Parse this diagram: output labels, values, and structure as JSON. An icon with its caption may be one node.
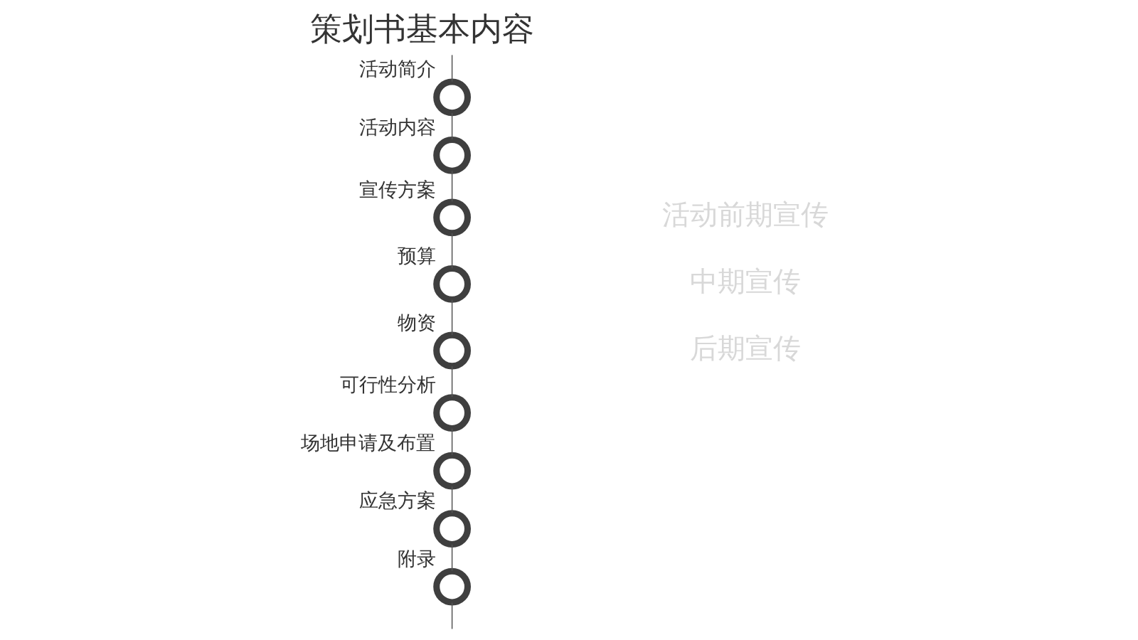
{
  "diagram": {
    "title": "策划书基本内容",
    "nodes": [
      {
        "text": [],
        "shape": "circle",
        "beside": [
          "活动简介"
        ]
      },
      {
        "text": [],
        "shape": "circle",
        "beside": [
          "活动内容"
        ]
      },
      {
        "text": [],
        "shape": "circle",
        "beside": [
          "宣传方案"
        ]
      },
      {
        "text": [],
        "shape": "circle",
        "beside": [
          "预算"
        ]
      },
      {
        "text": [],
        "shape": "circle",
        "beside": [
          "物资"
        ]
      },
      {
        "text": [],
        "shape": "circle",
        "beside": [
          "可行性分析"
        ]
      },
      {
        "text": [],
        "shape": "circle",
        "beside": [
          "场地申请及布置"
        ]
      },
      {
        "text": [],
        "shape": "circle",
        "beside": [
          "应急方案"
        ]
      },
      {
        "text": [],
        "shape": "circle",
        "beside": [
          "附录"
        ]
      }
    ],
    "edges": [
      {
        "from": null,
        "to": 0,
        "arrow": "none"
      },
      {
        "from": 0,
        "to": 1,
        "arrow": "none"
      },
      {
        "from": 1,
        "to": 2,
        "arrow": "none"
      },
      {
        "from": 2,
        "to": 3,
        "arrow": "none"
      },
      {
        "from": 3,
        "to": 4,
        "arrow": "none"
      },
      {
        "from": 4,
        "to": 5,
        "arrow": "none"
      },
      {
        "from": 5,
        "to": 6,
        "arrow": "none"
      },
      {
        "from": 6,
        "to": 7,
        "arrow": "none"
      },
      {
        "from": 7,
        "to": 8,
        "arrow": "none"
      },
      {
        "from": 8,
        "to": null,
        "arrow": "none"
      }
    ],
    "labels": [
      "活动前期宣传",
      "中期宣传",
      "后期宣传"
    ]
  }
}
